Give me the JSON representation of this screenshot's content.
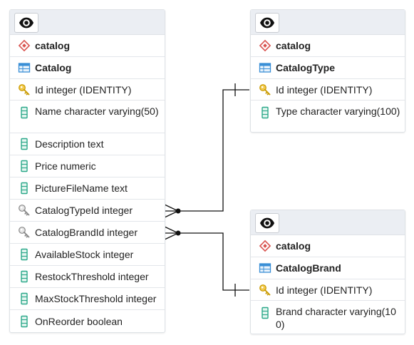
{
  "tables": {
    "catalog": {
      "schema": "catalog",
      "name": "Catalog",
      "columns": [
        {
          "label": "Id integer (IDENTITY)",
          "icon": "primary-key-icon"
        },
        {
          "label": "Name character varying(50)",
          "icon": "column-icon"
        },
        {
          "label": "Description text",
          "icon": "column-icon"
        },
        {
          "label": "Price numeric",
          "icon": "column-icon"
        },
        {
          "label": "PictureFileName text",
          "icon": "column-icon"
        },
        {
          "label": "CatalogTypeId integer",
          "icon": "foreign-key-icon"
        },
        {
          "label": "CatalogBrandId integer",
          "icon": "foreign-key-icon"
        },
        {
          "label": "AvailableStock integer",
          "icon": "column-icon"
        },
        {
          "label": "RestockThreshold integer",
          "icon": "column-icon"
        },
        {
          "label": "MaxStockThreshold integer",
          "icon": "column-icon"
        },
        {
          "label": "OnReorder boolean",
          "icon": "column-icon"
        }
      ]
    },
    "catalog_type": {
      "schema": "catalog",
      "name": "CatalogType",
      "columns": [
        {
          "label": "Id integer (IDENTITY)",
          "icon": "primary-key-icon"
        },
        {
          "label": "Type character varying(100)",
          "icon": "column-icon"
        }
      ]
    },
    "catalog_brand": {
      "schema": "catalog",
      "name": "CatalogBrand",
      "columns": [
        {
          "label": "Id integer (IDENTITY)",
          "icon": "primary-key-icon"
        },
        {
          "label": "Brand character varying(10",
          "label_line2": "0)",
          "icon": "column-icon"
        }
      ]
    }
  },
  "relationships": [
    {
      "from": "Catalog.CatalogTypeId",
      "to": "CatalogType.Id",
      "cardinality": "many-to-one"
    },
    {
      "from": "Catalog.CatalogBrandId",
      "to": "CatalogBrand.Id",
      "cardinality": "many-to-one"
    }
  ],
  "colors": {
    "header_bg": "#ebeef3",
    "border": "#dee2e6",
    "schema_icon": "#d9534f",
    "table_icon": "#3a8fd6",
    "key_icon": "#e6b800",
    "fk_icon": "#8a8a8a",
    "column_icon": "#2aa889",
    "line": "#111111"
  }
}
